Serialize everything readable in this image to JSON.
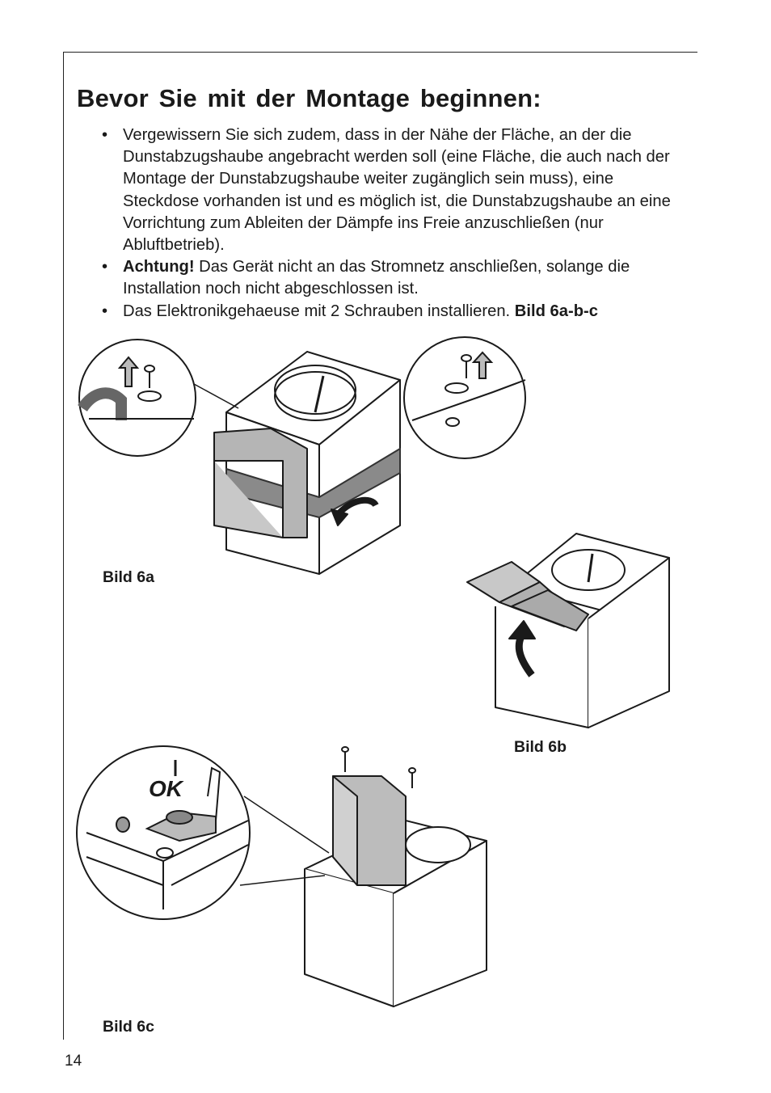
{
  "title": "Bevor Sie mit der Montage beginnen:",
  "bullets": [
    {
      "strong": "",
      "text": "Vergewissern Sie sich zudem, dass in der Nähe der Fläche, an der die Dunstabzugshaube angebracht werden soll (eine Fläche, die auch nach der Montage der Dunstabzugshaube weiter zugänglich sein muss), eine Steckdose vorhanden ist und es möglich ist, die Dunstabzugshaube an eine Vorrichtung zum Ableiten der Dämpfe ins Freie anzuschließen (nur Abluftbetrieb).",
      "strong_end": ""
    },
    {
      "strong": "Achtung!",
      "text": " Das Gerät nicht an das Stromnetz anschließen, solange die Installation noch nicht abgeschlossen ist.",
      "strong_end": ""
    },
    {
      "strong": "",
      "text": "Das Elektronikgehaeuse mit 2 Schrauben installieren. ",
      "strong_end": "Bild 6a-b-c"
    }
  ],
  "figures": {
    "fig_6a": {
      "caption": "Bild 6a"
    },
    "fig_6b": {
      "caption": "Bild 6b"
    },
    "fig_6c": {
      "caption": "Bild 6c",
      "detail_label": "OK"
    }
  },
  "page_number": "14"
}
